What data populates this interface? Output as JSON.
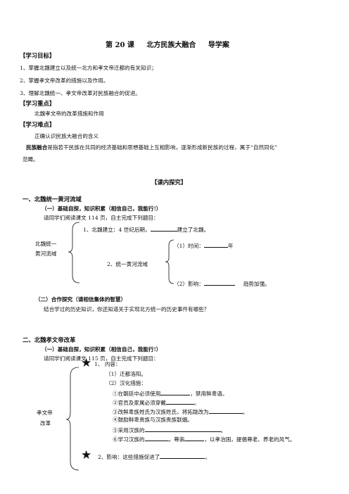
{
  "title": {
    "lesson": "第 20 课",
    "name": "北方民族大融合",
    "type": "导学案"
  },
  "goals": {
    "heading": "【学习目标】",
    "items": [
      "1、掌握北魏建立以及统一北方和孝文帝迁都的有关知识；",
      "2、掌握孝文帝改革的措施以及作用。",
      "3、理解北魏统一、孝文帝改革对民族融合的促进。"
    ]
  },
  "key_point": {
    "heading": "【学习重点】",
    "text": "北魏孝文帝的改革措施和作用"
  },
  "difficulty": {
    "heading": "【学习难点】",
    "text": "正确认识民族大融合的含义"
  },
  "definition": {
    "term": "民族融合",
    "line1": "是指若干民族在共同的经济基础和思想基础上互相影响，逐渐形成新民族的过程，属于“自然同化”",
    "line2": "范畴。"
  },
  "inclass_heading": "【课内探究】",
  "section1": {
    "heading": "一、北魏统一黄河流域",
    "sub1": "（一）基础自探，知识积累（相信自己，我能行!）",
    "instruction": "请同学们阅读课文 114 页，自主完成下列题目：",
    "left_label_1": "北魏统一",
    "left_label_2": "黄河流域",
    "item1_pre": "1、北魏建立：4 世纪后期，",
    "item1_post": "建立了北魏。",
    "item2": "2、统一黄河流域",
    "time_pre": "（1）时间：",
    "time_post": "年",
    "effect_pre": "（2）影响：",
    "effect_post": "趋势加强。",
    "sub2": "（二）合作探究（请相信集体的智慧）",
    "question": "结合学过的历史知识，你还知道关于实现北方统一的历史事件有哪些？"
  },
  "section2": {
    "heading": "二、北魏孝文帝改革",
    "sub1": "（一）基础自探，知识积累（相信自己，我能行!）",
    "instruction": "请同学们阅读课文 115 页，自主完成下列题目：",
    "left_label_1": "孝文帝",
    "left_label_2": "改革",
    "star": "★",
    "content_label": "1、  内容：",
    "c1": "（1）迁都洛阳。",
    "c2": "（2）汉化措施：",
    "m1_pre": "①在朝廷中必须使用",
    "m1_post": "，禁用鲜卑语。",
    "m2_pre": "②官员及家属必须穿戴",
    "m2_post": "。",
    "m3_pre": "③改鲜卑族姓氏为汉族姓氏，将拓跋改为",
    "m3_post": "。",
    "m4": "④鼓励鲜卑贵族与汉族贵族联姻。",
    "m5_pre": "⑤采用汉族的",
    "m5_post": "。",
    "m6_pre": "⑥学习汉族的",
    "m6_mid": "，尊崇",
    "m6_post": "，以孝治国，提倡尊老、养老的风气。",
    "effect_pre": "2、影响：这些措施促进了",
    "effect_post": "。"
  }
}
